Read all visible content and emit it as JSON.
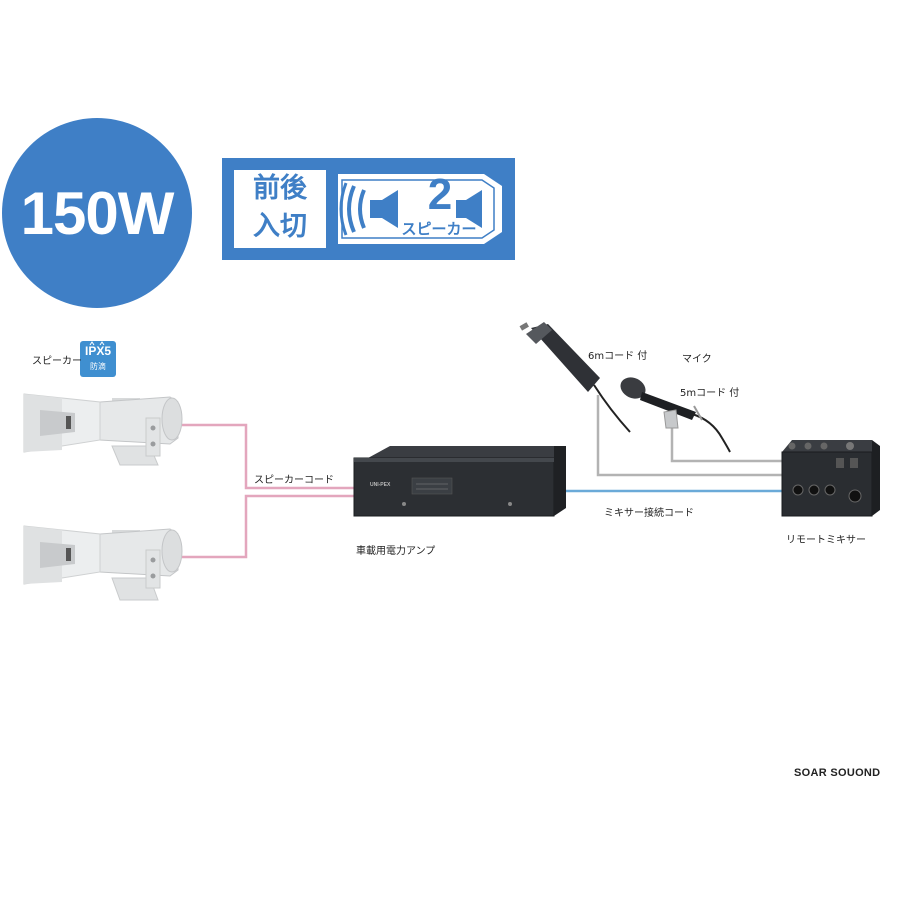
{
  "header": {
    "power": "150W",
    "badge_line1": "前後",
    "badge_line2": "入切",
    "badge_number": "2",
    "badge_sub": "スピーカー"
  },
  "diagram": {
    "speaker_label": "スピーカー",
    "ip_rating": "IPX5",
    "ip_sub": "防滴",
    "speaker_cord_label": "スピーカーコード",
    "amp_label": "車載用電力アンプ",
    "amp_brand": "UNI-PEX",
    "mixer_cord_label": "ミキサー接続コード",
    "handmic_cord_label": "6mコード 付",
    "mic_label": "マイク",
    "mic_cord_label": "5mコード 付",
    "mixer_label": "リモートミキサー"
  },
  "colors": {
    "accent_blue": "#3f7fc6",
    "speaker_cord": "#e3a6bd",
    "mixer_cord": "#6aaad8",
    "mic_cord": "#b3b3b3"
  },
  "footer": {
    "brand": "SOAR SOUOND"
  }
}
